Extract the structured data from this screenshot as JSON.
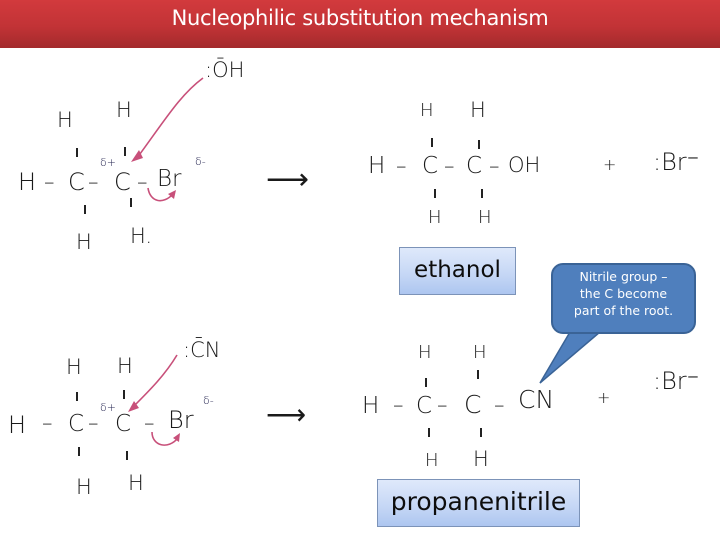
{
  "header": {
    "title": "Nucleophilic substitution mechanism"
  },
  "reaction1": {
    "nucleophile": ":ŌH",
    "reactant": {
      "top_h": [
        "H",
        "H"
      ],
      "left_h": "H",
      "c1": "C",
      "c2": "C",
      "leaving_group": "Br",
      "delta_plus": "δ+",
      "delta_minus": "δ-",
      "bottom_h": [
        "H",
        "H."
      ]
    },
    "arrow": "⟶",
    "product": {
      "top_h": [
        "H",
        "H"
      ],
      "left_h": "H",
      "c1": "C",
      "c2": "C",
      "group": "OH",
      "bottom_h": [
        "H",
        "H"
      ]
    },
    "plus": "+",
    "byproduct": ":Br⁻",
    "product_name": "ethanol"
  },
  "reaction2": {
    "nucleophile": ":C̄N",
    "reactant": {
      "top_h": [
        "H",
        "H"
      ],
      "left_h": "H",
      "c1": "C",
      "c2": "C",
      "leaving_group": "Br",
      "delta_plus": "δ+",
      "delta_minus": "δ-",
      "bottom_h": [
        "H",
        "H"
      ]
    },
    "arrow": "⟶",
    "product": {
      "top_h": [
        "H",
        "H"
      ],
      "left_h": "H",
      "c1": "C",
      "c2": "C",
      "group": "CN",
      "bottom_h": [
        "H",
        "H"
      ]
    },
    "plus": "+",
    "byproduct": ":Br⁻",
    "product_name": "propanenitrile"
  },
  "callout": {
    "lines": [
      "Nitrile group –",
      "the C become",
      "part of the root."
    ]
  },
  "colors": {
    "title_bar": "#c23336",
    "curly_arrow": "#c8507a",
    "callout_fill": "#4f7fbd",
    "label_fill": "#c4d6f5"
  }
}
